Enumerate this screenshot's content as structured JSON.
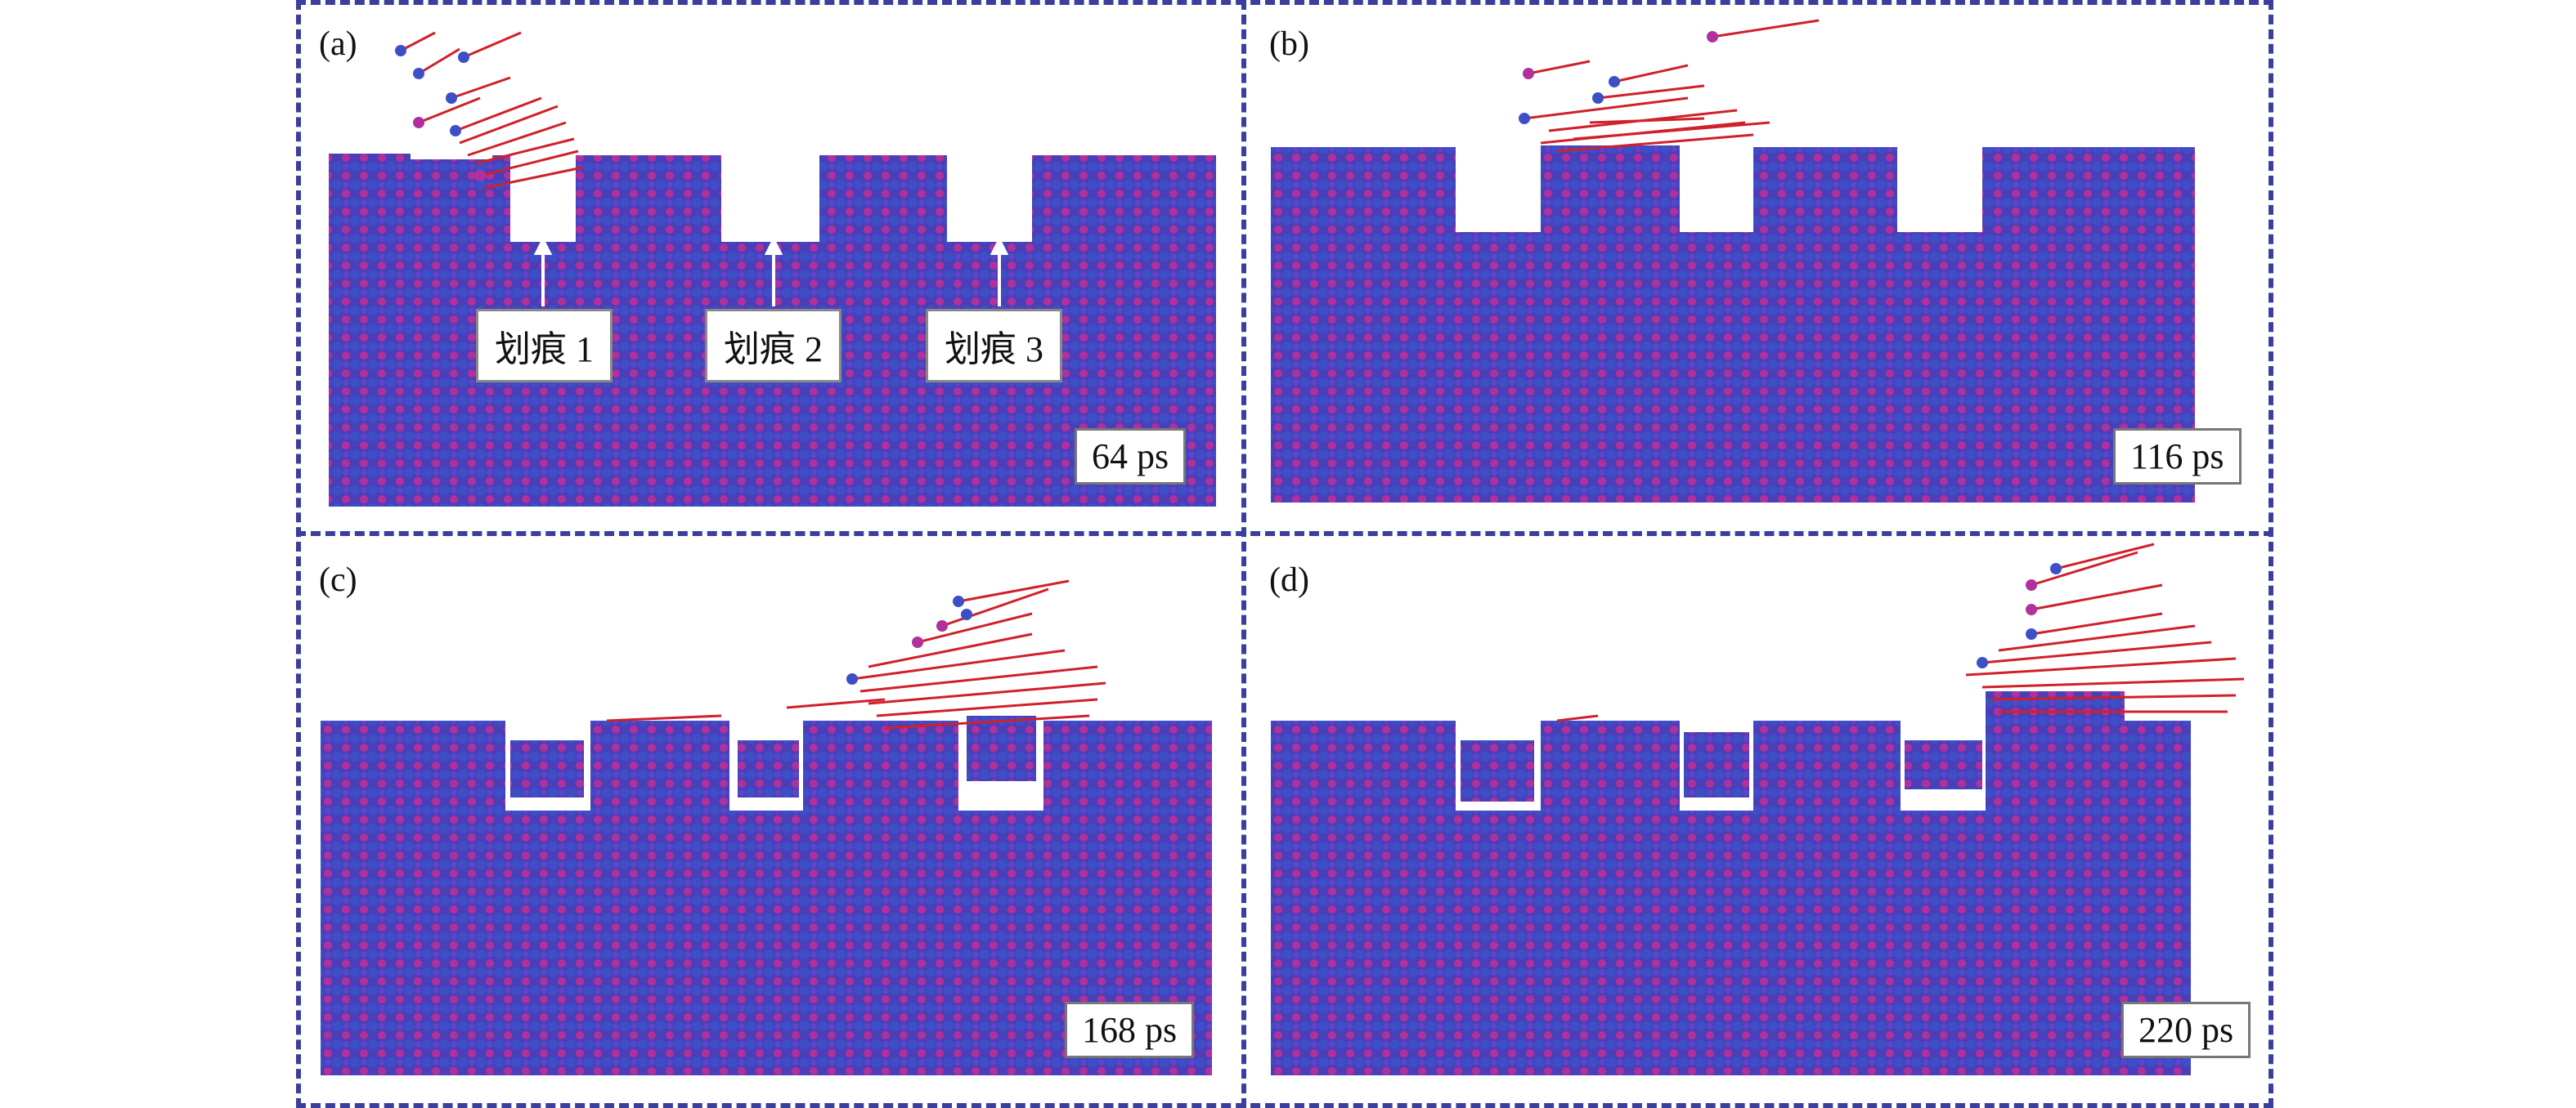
{
  "panels": [
    {
      "id": "a",
      "label": "(a)",
      "time": "64 ps",
      "scratches": [
        "划痕 1",
        "划痕 2",
        "划痕 3"
      ]
    },
    {
      "id": "b",
      "label": "(b)",
      "time": "116 ps"
    },
    {
      "id": "c",
      "label": "(c)",
      "time": "168 ps"
    },
    {
      "id": "d",
      "label": "(d)",
      "time": "220 ps"
    }
  ],
  "colors": {
    "border": "#3a3f9e",
    "atom_blue": "#3d4fc7",
    "atom_magenta": "#b0309c",
    "velocity_red": "#d0202a"
  }
}
